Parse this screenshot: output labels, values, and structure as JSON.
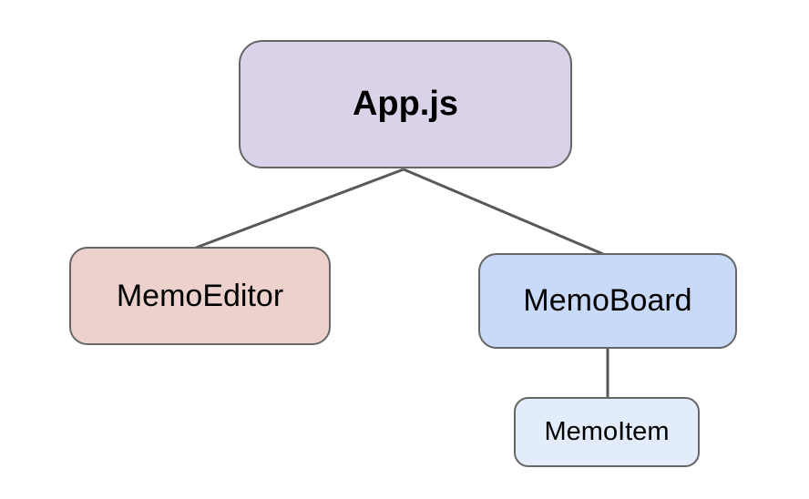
{
  "diagram": {
    "nodes": {
      "app": {
        "label": "App.js",
        "fill": "#d9d2e9"
      },
      "memo_editor": {
        "label": "MemoEditor",
        "fill": "#ecd1cc"
      },
      "memo_board": {
        "label": "MemoBoard",
        "fill": "#c9daf8"
      },
      "memo_item": {
        "label": "MemoItem",
        "fill": "#e3ecfb"
      }
    },
    "edges": [
      {
        "from": "App.js",
        "to": "MemoEditor"
      },
      {
        "from": "App.js",
        "to": "MemoBoard"
      },
      {
        "from": "MemoBoard",
        "to": "MemoItem"
      }
    ],
    "colors": {
      "node_border": "#666666",
      "connector": "#595959",
      "text": "#000000",
      "background": "#ffffff"
    }
  }
}
